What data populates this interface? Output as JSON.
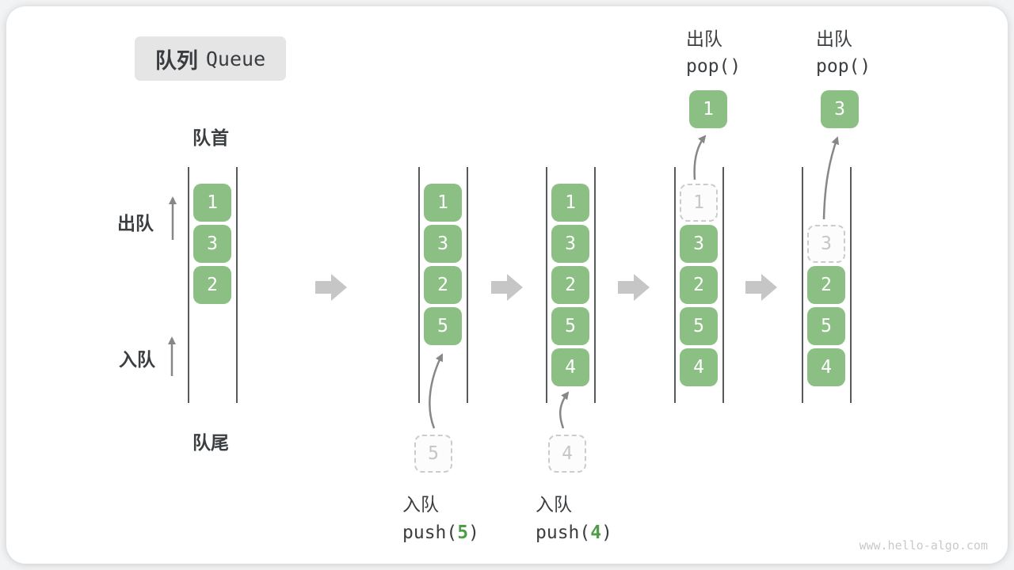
{
  "title": {
    "zh": "队列",
    "en": "Queue"
  },
  "labels": {
    "front": "队首",
    "rear": "队尾",
    "dequeue": "出队",
    "enqueue": "入队"
  },
  "colors": {
    "cell_green": "#8CBF84",
    "arg_green": "#4E9E47",
    "text_dark": "#3b3e41",
    "gray_arrow": "#878787",
    "light_gray": "#c6c6c6"
  },
  "watermark": "www.hello-algo.com",
  "states": [
    {
      "name": "initial",
      "cells": [
        {
          "slot": 0,
          "value": "1"
        },
        {
          "slot": 1,
          "value": "3"
        },
        {
          "slot": 2,
          "value": "2"
        }
      ]
    },
    {
      "name": "after-push-5",
      "cells": [
        {
          "slot": 0,
          "value": "1"
        },
        {
          "slot": 1,
          "value": "3"
        },
        {
          "slot": 2,
          "value": "2"
        },
        {
          "slot": 3,
          "value": "5"
        }
      ],
      "incoming": {
        "value": "5"
      },
      "caption": {
        "action": "入队",
        "call_open": "push(",
        "arg": "5",
        "call_close": ")"
      }
    },
    {
      "name": "after-push-4",
      "cells": [
        {
          "slot": 0,
          "value": "1"
        },
        {
          "slot": 1,
          "value": "3"
        },
        {
          "slot": 2,
          "value": "2"
        },
        {
          "slot": 3,
          "value": "5"
        },
        {
          "slot": 4,
          "value": "4"
        }
      ],
      "incoming": {
        "value": "4"
      },
      "caption": {
        "action": "入队",
        "call_open": "push(",
        "arg": "4",
        "call_close": ")"
      }
    },
    {
      "name": "after-pop-1",
      "cells": [
        {
          "slot": 0,
          "value": "1",
          "dashed": true
        },
        {
          "slot": 1,
          "value": "3"
        },
        {
          "slot": 2,
          "value": "2"
        },
        {
          "slot": 3,
          "value": "5"
        },
        {
          "slot": 4,
          "value": "4"
        }
      ],
      "popped": "1",
      "caption": {
        "action": "出队",
        "call": "pop()"
      }
    },
    {
      "name": "after-pop-3",
      "cells": [
        {
          "slot": 1,
          "value": "3",
          "dashed": true
        },
        {
          "slot": 2,
          "value": "2"
        },
        {
          "slot": 3,
          "value": "5"
        },
        {
          "slot": 4,
          "value": "4"
        }
      ],
      "popped": "3",
      "caption": {
        "action": "出队",
        "call": "pop()"
      }
    }
  ]
}
